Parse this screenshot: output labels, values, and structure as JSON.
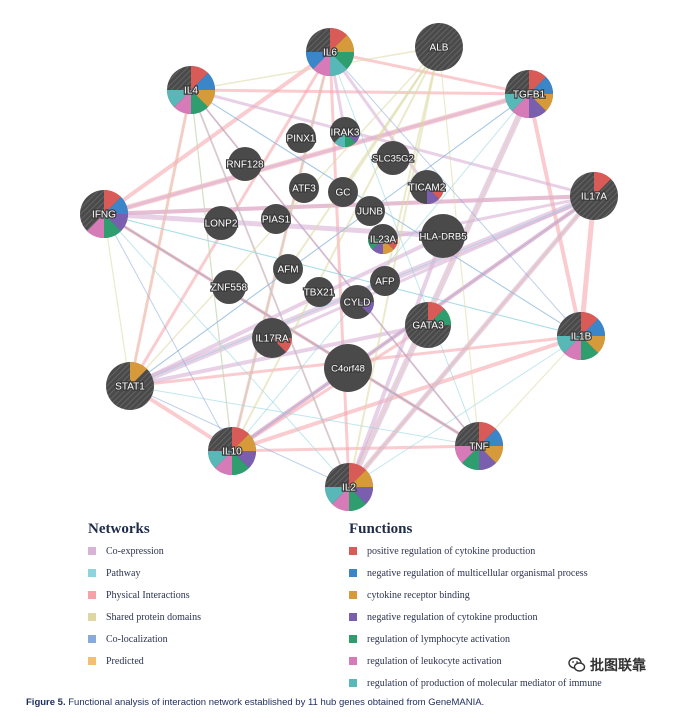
{
  "colors": {
    "co_expression": "#d9b3d6",
    "pathway": "#8fd3df",
    "physical": "#f5a3a8",
    "shared_domains": "#ddd8a3",
    "colocalization": "#8aaadc",
    "predicted": "#f5bf73",
    "node": "#4a4a4a",
    "f_pos_cytokine": "#d95b58",
    "f_neg_multicell": "#3a86c8",
    "f_cyto_receptor": "#d69a3a",
    "f_neg_cytokine": "#7a5fae",
    "f_lymph": "#2e9e6f",
    "f_leuk": "#d67ab8",
    "f_immuno": "#58b8b7"
  },
  "network": {
    "hub_genes": [
      {
        "label": "IL6",
        "functions": [
          "f_pos_cytokine",
          "f_cyto_receptor",
          "f_lymph",
          "f_immuno",
          "f_leuk",
          "f_neg_multicell"
        ]
      },
      {
        "label": "ALB",
        "functions": []
      },
      {
        "label": "IL4",
        "functions": [
          "f_pos_cytokine",
          "f_neg_multicell",
          "f_cyto_receptor",
          "f_lymph",
          "f_leuk",
          "f_immuno"
        ]
      },
      {
        "label": "TGFB1",
        "functions": [
          "f_pos_cytokine",
          "f_neg_multicell",
          "f_cyto_receptor",
          "f_neg_cytokine",
          "f_leuk",
          "f_immuno"
        ]
      },
      {
        "label": "IFNG",
        "functions": [
          "f_pos_cytokine",
          "f_neg_multicell",
          "f_neg_cytokine",
          "f_lymph",
          "f_leuk"
        ]
      },
      {
        "label": "IL17A",
        "functions": [
          "f_pos_cytokine"
        ]
      },
      {
        "label": "IL1B",
        "functions": [
          "f_pos_cytokine",
          "f_neg_multicell",
          "f_cyto_receptor",
          "f_lymph",
          "f_leuk",
          "f_immuno"
        ]
      },
      {
        "label": "STAT1",
        "functions": [
          "f_cyto_receptor"
        ]
      },
      {
        "label": "IL10",
        "functions": [
          "f_pos_cytokine",
          "f_cyto_receptor",
          "f_neg_cytokine",
          "f_lymph",
          "f_leuk",
          "f_immuno"
        ]
      },
      {
        "label": "TNF",
        "functions": [
          "f_pos_cytokine",
          "f_neg_multicell",
          "f_cyto_receptor",
          "f_neg_cytokine",
          "f_lymph",
          "f_leuk"
        ]
      },
      {
        "label": "IL2",
        "functions": [
          "f_pos_cytokine",
          "f_cyto_receptor",
          "f_neg_cytokine",
          "f_lymph",
          "f_leuk",
          "f_immuno"
        ]
      },
      {
        "label": "GATA3",
        "functions": [
          "f_pos_cytokine",
          "f_lymph"
        ]
      }
    ],
    "genes": [
      {
        "label": "PINX1",
        "functions": []
      },
      {
        "label": "IRAK3",
        "functions": [
          "f_neg_cytokine",
          "f_lymph",
          "f_immuno"
        ]
      },
      {
        "label": "RNF128",
        "functions": []
      },
      {
        "label": "SLC35G2",
        "functions": []
      },
      {
        "label": "ATF3",
        "functions": []
      },
      {
        "label": "GC",
        "functions": []
      },
      {
        "label": "TICAM2",
        "functions": [
          "f_pos_cytokine",
          "f_neg_cytokine"
        ]
      },
      {
        "label": "LONP2",
        "functions": []
      },
      {
        "label": "PIAS1",
        "functions": []
      },
      {
        "label": "JUNB",
        "functions": []
      },
      {
        "label": "IL23A",
        "functions": [
          "f_pos_cytokine",
          "f_cyto_receptor",
          "f_neg_cytokine",
          "f_lymph"
        ]
      },
      {
        "label": "HLA-DRB5",
        "functions": []
      },
      {
        "label": "AFM",
        "functions": []
      },
      {
        "label": "ZNF558",
        "functions": []
      },
      {
        "label": "TBX21",
        "functions": []
      },
      {
        "label": "AFP",
        "functions": []
      },
      {
        "label": "CYLD",
        "functions": [
          "f_neg_cytokine"
        ]
      },
      {
        "label": "IL17RA",
        "functions": [
          "f_pos_cytokine"
        ]
      },
      {
        "label": "C4orf48",
        "functions": []
      }
    ]
  },
  "legend": {
    "networks_title": "Networks",
    "networks": [
      {
        "label": "Co-expression",
        "color_key": "co_expression"
      },
      {
        "label": "Pathway",
        "color_key": "pathway"
      },
      {
        "label": "Physical Interactions",
        "color_key": "physical"
      },
      {
        "label": "Shared protein domains",
        "color_key": "shared_domains"
      },
      {
        "label": "Co-localization",
        "color_key": "colocalization"
      },
      {
        "label": "Predicted",
        "color_key": "predicted"
      }
    ],
    "functions_title": "Functions",
    "functions": [
      {
        "label": "positive regulation of cytokine production",
        "color_key": "f_pos_cytokine"
      },
      {
        "label": "negative regulation of multicellular organismal process",
        "color_key": "f_neg_multicell"
      },
      {
        "label": "cytokine receptor binding",
        "color_key": "f_cyto_receptor"
      },
      {
        "label": "negative regulation of cytokine production",
        "color_key": "f_neg_cytokine"
      },
      {
        "label": "regulation of lymphocyte activation",
        "color_key": "f_lymph"
      },
      {
        "label": "regulation of leukocyte activation",
        "color_key": "f_leuk"
      },
      {
        "label": "regulation of production of molecular mediator of immune",
        "color_key": "f_immuno"
      }
    ]
  },
  "caption": {
    "label": "Figure 5.",
    "text": "Functional analysis of interaction network established by 11 hub genes obtained from GeneMANIA."
  },
  "watermark": {
    "text": "批图联靠",
    "icon": "wechat-icon"
  }
}
